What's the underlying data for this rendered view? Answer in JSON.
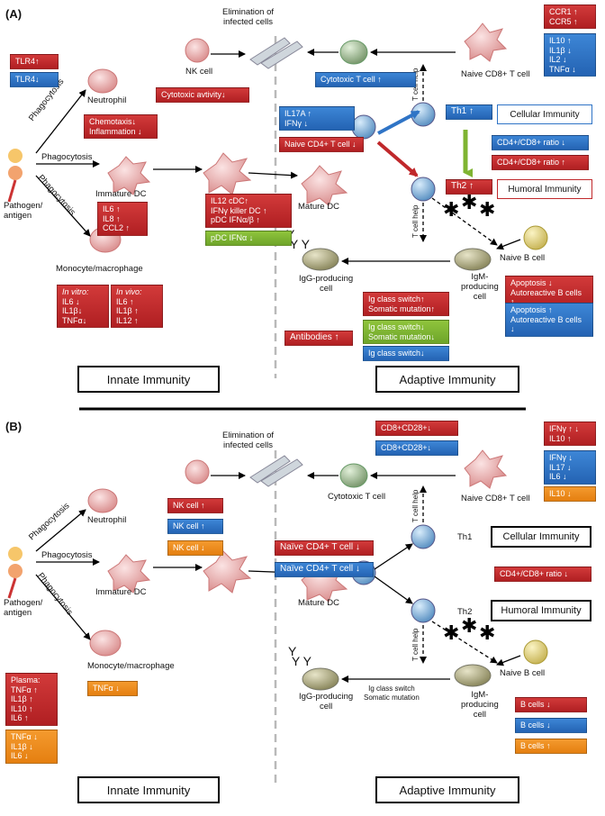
{
  "panels": [
    "(A)",
    "(B)"
  ],
  "labels": {
    "elimination": [
      "Elimination of",
      "infected cells"
    ],
    "nk_cell": "NK cell",
    "neutrophil": "Neutrophil",
    "immature_dc": "Immature DC",
    "mature_dc": "Mature DC",
    "monocyte": "Monocyte/macrophage",
    "pathogen": [
      "Pathogen/",
      "antigen"
    ],
    "phagocytosis": "Phagocytosis",
    "naive_cd8": "Naive CD8+ T cell",
    "naive_b": "Naive B cell",
    "igg": [
      "IgG-producing",
      "cell"
    ],
    "igm": [
      "IgM-",
      "producing",
      "cell"
    ],
    "t_cell_help": "T cell help",
    "cytotoxic_t": "Cytotoxic T cell",
    "th1": "Th1",
    "th2": "Th2",
    "ig_switch_b": [
      "Ig class switch",
      "Somatic mutation"
    ]
  },
  "innate": "Innate Immunity",
  "adaptive": "Adaptive Immunity",
  "a": {
    "tlr_up": "TLR4↑",
    "tlr_down": "TLR4↓",
    "nk": "Cytotoxic avtivity↓",
    "neutrophil": [
      "Chemotaxis↓",
      "Inflammation ↓"
    ],
    "immature_dc": [
      "IL6 ↑",
      "IL8 ↑",
      "CCL2 ↑"
    ],
    "mature_dc_red": [
      "IL12 cDC↑",
      "IFNγ killer DC ↑",
      "pDC IFNα/β ↑"
    ],
    "mature_dc_green": "pDC IFNα ↓",
    "invitro_title": "In vitro:",
    "invitro": [
      "IL6 ↓",
      "IL1β↓",
      "TNFα↓"
    ],
    "invivo_title": "In vivo:",
    "invivo": [
      "IL6 ↑",
      "IL1β ↑",
      "IL12 ↑"
    ],
    "cytotoxic": "Cytotoxic T cell ↑",
    "cd8_red": [
      "CCR1 ↑",
      "CCR5 ↑"
    ],
    "cd8_blue": [
      "IL10 ↑",
      "IL1β ↓",
      "IL2 ↓",
      "TNFα ↓"
    ],
    "cd4_blue": [
      "IL17A ↑",
      "IFNγ ↓"
    ],
    "cd4_red": "Naive CD4+ T cell ↓",
    "th1": "Th1 ↑",
    "th2": "Th2 ↑",
    "cellular": "Cellular Immunity",
    "humoral": "Humoral Immunity",
    "ratio_blue": "CD4+/CD8+ ratio ↓",
    "ratio_red": "CD4+/CD8+ ratio ↑",
    "ig_red": [
      "Ig class switch↑",
      "Somatic mutation↑"
    ],
    "ig_green": [
      "Ig class switch↓",
      "Somatic mutation↓"
    ],
    "ig_blue": "Ig class switch↓",
    "antibodies": "Antibodies ↑",
    "b_red": [
      "Apoptosis ↓",
      "Autoreactive B cells ↑"
    ],
    "b_blue": [
      "Apoptosis ↑",
      "Autoreactive B cells ↓"
    ]
  },
  "b": {
    "nk_red": "NK cell ↑",
    "nk_blue": "NK cell ↑",
    "nk_orange": "NK cell ↓",
    "plasma_red": [
      "Plasma:",
      "TNFα ↑",
      "IL1β ↑",
      "IL10 ↑",
      "IL6 ↑"
    ],
    "plasma_orange": [
      "TNFα ↓",
      "IL1β ↓",
      "IL6 ↓"
    ],
    "mono_orange": "TNFα ↓",
    "cd28_red": "CD8+CD28+↓",
    "cd28_blue": "CD8+CD28+↓",
    "cd4_red": "Naïve CD4+ T cell ↓",
    "cd4_blue": "Naïve CD4+ T cell ↓",
    "cd8_red": [
      "IFNγ ↑ ↓",
      "IL10 ↑"
    ],
    "cd8_blue": [
      "IFNγ ↓",
      "IL17 ↓",
      "IL6 ↓"
    ],
    "cd8_orange": "IL10 ↓",
    "ratio_red": "CD4+/CD8+ ratio ↓",
    "cellular": "Cellular Immunity",
    "humoral": "Humoral Immunity",
    "bcell_red": "B cells ↓",
    "bcell_blue": "B cells ↓",
    "bcell_orange": "B cells ↑"
  },
  "colors": {
    "red": "#c0282b",
    "blue": "#2f74c6",
    "green": "#7fb432",
    "orange": "#ee8b1f"
  }
}
